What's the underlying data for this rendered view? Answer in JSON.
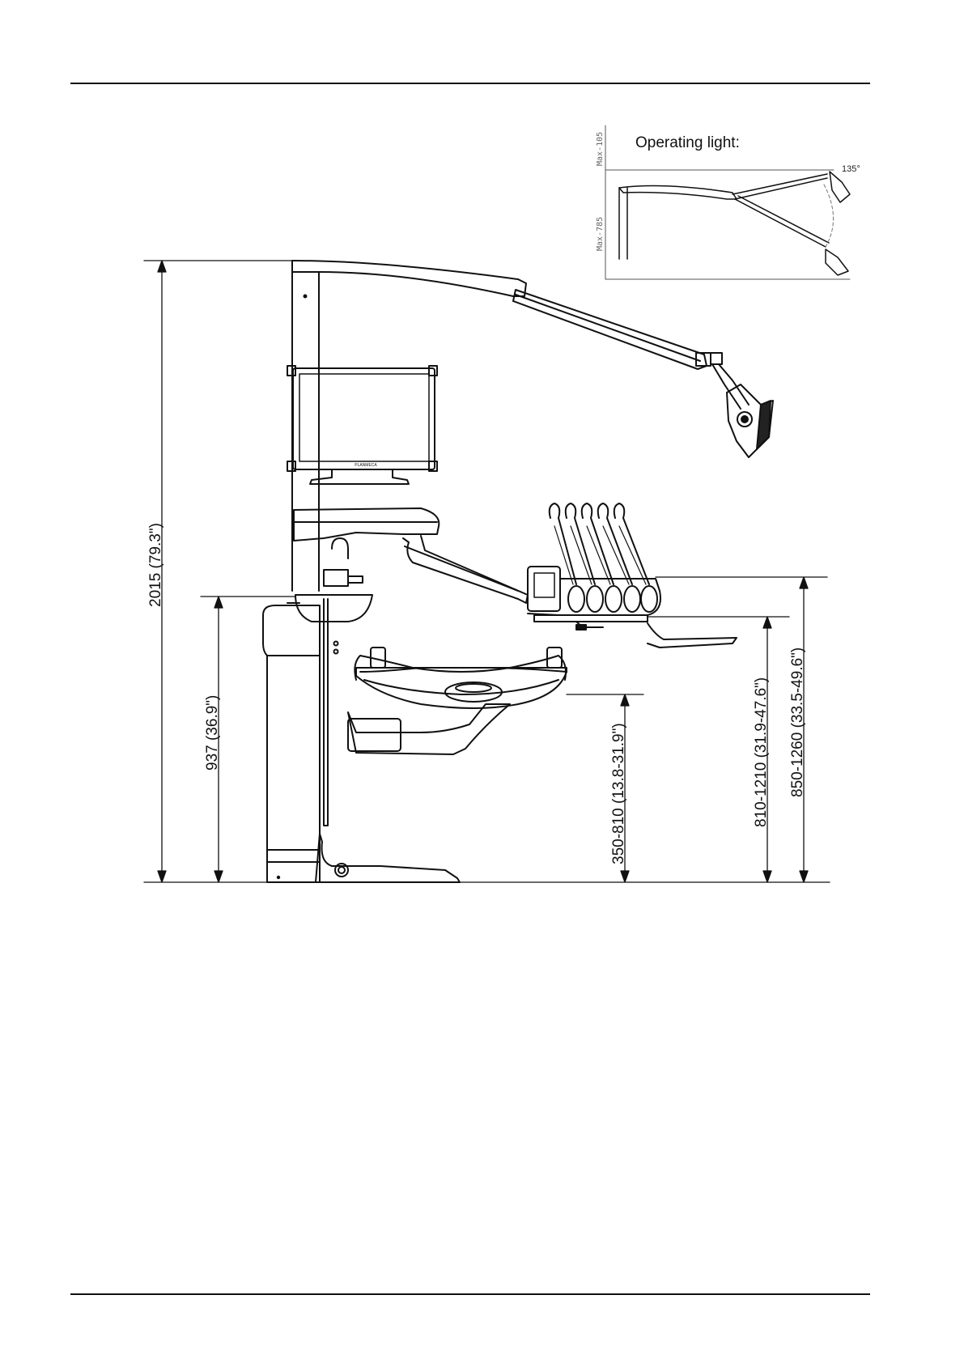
{
  "inset": {
    "title": "Operating light:",
    "max_upper": "Max-105",
    "max_lower": "Max-785",
    "angle": "135°"
  },
  "monitor": {
    "brand": "PLANMECA"
  },
  "dimensions": {
    "total_height": "2015 (79.3\")",
    "cuspidor_height": "937 (36.9\")",
    "chair_height": "350-810 (13.8-31.9\")",
    "tray_height": "810-1210 (31.9-47.6\")",
    "instrument_height": "850-1260 (33.5-49.6\")"
  }
}
